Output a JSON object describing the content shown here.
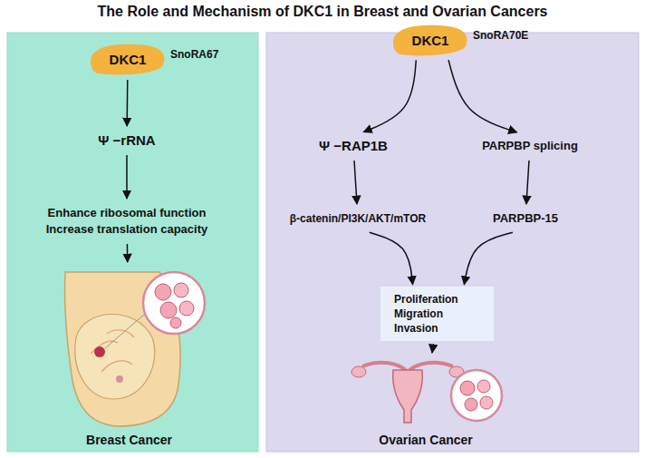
{
  "diagram": {
    "title": "The Role and Mechanism of DKC1 in Breast and Ovarian Cancers",
    "nodes": [
      {
        "text": [
          "DKC1",
          "SnoRA67"
        ]
      },
      {
        "text": [
          "Ψ −rRNA"
        ]
      },
      {
        "text": [
          "Enhance ribosomal function Increase translation capacity"
        ]
      },
      {
        "text": [
          "Breast Cancer"
        ]
      },
      {
        "text": [
          "DKC1",
          "SnoRA70E"
        ]
      },
      {
        "text": [
          "Ψ −RAP1B"
        ]
      },
      {
        "text": [
          "PARPBP splicing"
        ]
      },
      {
        "text": [
          "β-catenin/PI3K/AKT/mTOR"
        ]
      },
      {
        "text": [
          "PARPBP-15"
        ]
      },
      {
        "text": [
          "Proliferation Migration Invasion"
        ]
      },
      {
        "text": [
          "Ovarian Cancer"
        ]
      }
    ],
    "edges": [
      {
        "from": 0,
        "to": 1,
        "arrow": "to"
      },
      {
        "from": 1,
        "to": 2,
        "arrow": "to"
      },
      {
        "from": 2,
        "to": 3,
        "arrow": "to"
      },
      {
        "from": 4,
        "to": 5,
        "arrow": "to"
      },
      {
        "from": 4,
        "to": 6,
        "arrow": "to"
      },
      {
        "from": 5,
        "to": 7,
        "arrow": "to"
      },
      {
        "from": 6,
        "to": 8,
        "arrow": "to"
      },
      {
        "from": 7,
        "to": 9,
        "arrow": "to"
      },
      {
        "from": 8,
        "to": 9,
        "arrow": "to"
      },
      {
        "from": 9,
        "to": 10,
        "arrow": "to"
      }
    ]
  }
}
